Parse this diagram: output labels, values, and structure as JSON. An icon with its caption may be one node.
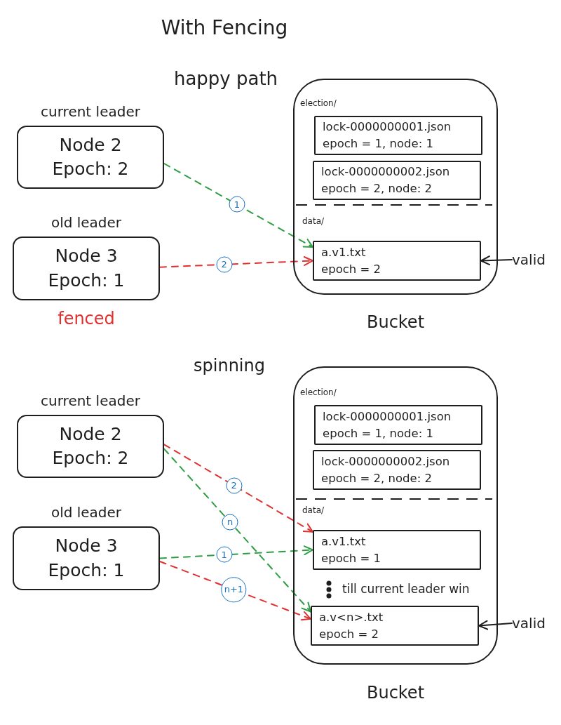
{
  "diagram": {
    "title": "With Fencing",
    "nodes": [
      {
        "text": [
          "current leader",
          "Node 2 Epoch: 2"
        ]
      },
      {
        "text": [
          "old leader",
          "Node 3 Epoch: 1"
        ],
        "beside": [
          "fenced"
        ]
      },
      {
        "text": [
          "election/",
          "data/"
        ],
        "beside": [
          "Bucket"
        ]
      },
      {
        "text": [
          "lock-0000000001.json",
          "epoch = 1, node: 1"
        ],
        "in": 2
      },
      {
        "text": [
          "lock-0000000002.json",
          "epoch = 2, node: 2"
        ],
        "in": 2
      },
      {
        "text": [
          "a.v1.txt",
          "epoch = 2"
        ],
        "in": 2
      },
      {
        "text": [
          "valid"
        ]
      },
      {
        "text": [
          "current leader",
          "Node 2 Epoch: 2"
        ]
      },
      {
        "text": [
          "old leader",
          "Node 3 Epoch: 1"
        ]
      },
      {
        "text": [
          "election/",
          "data/"
        ],
        "beside": [
          "Bucket"
        ]
      },
      {
        "text": [
          "lock-0000000001.json",
          "epoch = 1, node: 1"
        ],
        "in": 9
      },
      {
        "text": [
          "lock-0000000002.json",
          "epoch = 2, node: 2"
        ],
        "in": 9
      },
      {
        "text": [
          "a.v1.txt",
          "epoch = 1"
        ],
        "in": 9
      },
      {
        "text": [
          "a.v<n>.txt",
          "epoch = 2"
        ],
        "in": 9
      },
      {
        "text": [
          "valid"
        ]
      }
    ],
    "edges": [
      {
        "from": 0,
        "to": 5,
        "arrow": "to",
        "label": "1",
        "style": "dashed",
        "color": "#2f9e44"
      },
      {
        "from": 1,
        "to": 5,
        "arrow": "to",
        "label": "2",
        "style": "dashed",
        "color": "#e03131"
      },
      {
        "from": 6,
        "to": 5,
        "arrow": "to",
        "color": "#1e1e1e"
      },
      {
        "from": 7,
        "to": 12,
        "arrow": "to",
        "label": "2",
        "style": "dashed",
        "color": "#e03131"
      },
      {
        "from": 7,
        "to": 13,
        "arrow": "to",
        "label": "n",
        "style": "dashed",
        "color": "#2f9e44"
      },
      {
        "from": 8,
        "to": 12,
        "arrow": "to",
        "label": "1",
        "style": "dashed",
        "color": "#2f9e44"
      },
      {
        "from": 8,
        "to": 13,
        "arrow": "to",
        "label": "n+1",
        "style": "dashed",
        "color": "#e03131"
      },
      {
        "from": 14,
        "to": 13,
        "arrow": "to",
        "color": "#1e1e1e"
      }
    ],
    "labels": [
      "happy path",
      "spinning",
      "till current leader win"
    ]
  }
}
